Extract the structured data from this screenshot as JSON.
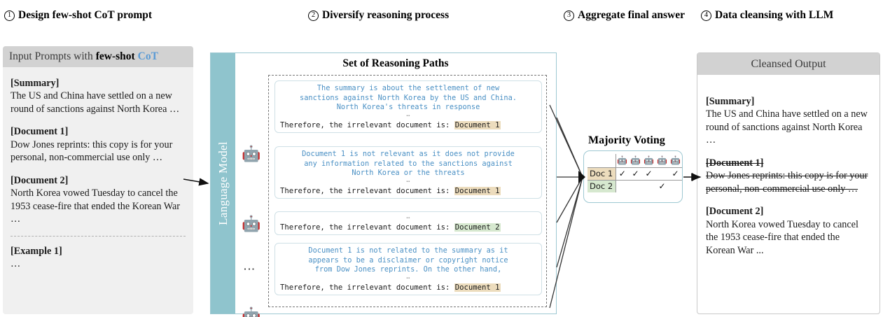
{
  "steps": [
    {
      "num": "1",
      "label": "Design few-shot CoT prompt"
    },
    {
      "num": "2",
      "label": "Diversify reasoning process"
    },
    {
      "num": "3",
      "label": "Aggregate final answer"
    },
    {
      "num": "4",
      "label": "Data cleansing with LLM"
    }
  ],
  "left_panel": {
    "header": {
      "prefix": "Input Prompts with",
      "bold": "few-shot",
      "accent": "CoT"
    },
    "blocks": [
      {
        "tag": "[Summary]",
        "text": "The US and China have settled on a new round of sanctions against North Korea …"
      },
      {
        "tag": "[Document 1]",
        "text": "Dow Jones reprints: this copy is for your personal, non-commercial use only …"
      },
      {
        "tag": "[Document 2]",
        "text": "North Korea vowed Tuesday to cancel the 1953 cease-fire that ended the Korean War …"
      }
    ],
    "example": {
      "tag": "[Example 1]",
      "text": "…"
    }
  },
  "center_panel": {
    "vertical_label": "Language Model",
    "title": "Set of Reasoning Paths",
    "ellipsis": "⋮",
    "dots": "⋯",
    "robot_icon": "🤖",
    "paths": [
      {
        "reason": "The summary is about the settlement of new\nsanctions against North Korea by the US and China.\nNorth Korea's threats in response",
        "conclusion_prefix": "Therefore, the irrelevant document is: ",
        "answer": "Document 1",
        "answer_style": "doc1"
      },
      {
        "reason": "Document 1 is not relevant as it does not provide\nany information related to the sanctions against\nNorth Korea or the threats",
        "conclusion_prefix": "Therefore, the irrelevant document is: ",
        "answer": "Document 1",
        "answer_style": "doc1"
      },
      {
        "reason": "",
        "conclusion_prefix": "Therefore, the irrelevant document is: ",
        "answer": "Document 2",
        "answer_style": "doc2"
      },
      {
        "reason": "Document 1 is not related to the summary as it\nappears to be a disclaimer or copyright notice\nfrom Dow Jones reprints. On the other hand,",
        "conclusion_prefix": "Therefore, the irrelevant document is: ",
        "answer": "Document 1",
        "answer_style": "doc1"
      }
    ]
  },
  "majority_voting": {
    "title": "Majority Voting",
    "voter_icon": "🤖",
    "voter_count": 5,
    "check": "✓",
    "rows": [
      {
        "label": "Doc 1",
        "style": "doc1",
        "votes": [
          true,
          true,
          true,
          false,
          true
        ]
      },
      {
        "label": "Doc 2",
        "style": "doc2",
        "votes": [
          false,
          false,
          false,
          true,
          false
        ]
      }
    ]
  },
  "right_panel": {
    "header": "Cleansed Output",
    "blocks": [
      {
        "tag": "[Summary]",
        "text": "The US and China have settled on a new round of sanctions against North Korea …",
        "removed": false
      },
      {
        "tag": "[Document 1]",
        "text": "Dow Jones reprints: this copy is for your personal, non-commercial use only …",
        "removed": true
      },
      {
        "tag": "[Document 2]",
        "text": "North Korea vowed Tuesday to cancel the 1953 cease-fire that ended the Korean War ...",
        "removed": false
      }
    ]
  },
  "colors": {
    "teal_bar": "#8fc4cd",
    "panel_header_gray": "#d2d2d2",
    "left_panel_bg": "#f0f0f0",
    "reason_blue": "#4a90c4",
    "accent_cot_blue": "#5B9BD5",
    "highlight_doc1": "#ecdcbd",
    "highlight_doc2": "#d6e8cf"
  }
}
